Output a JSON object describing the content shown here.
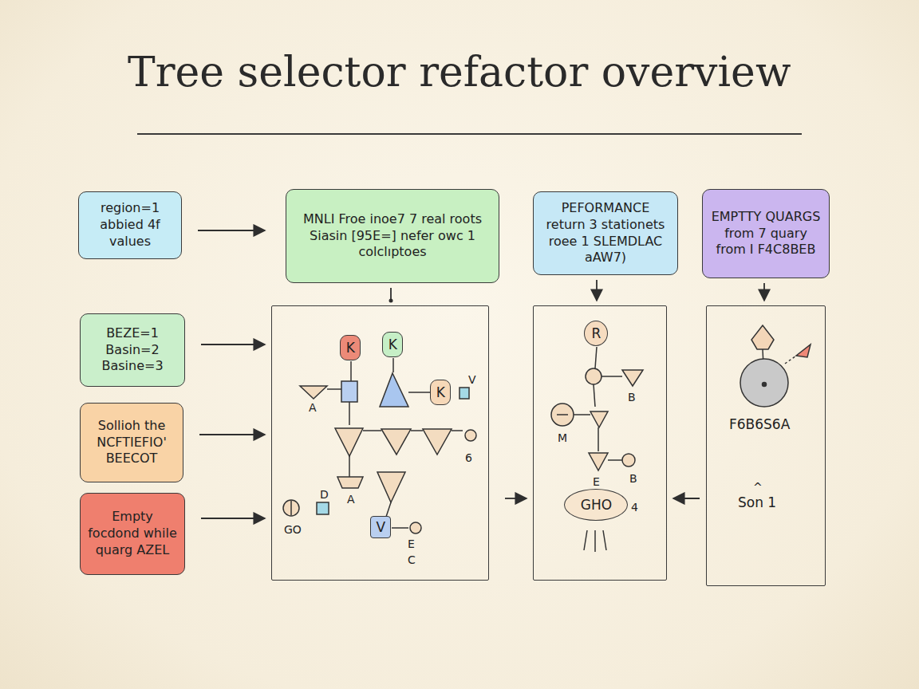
{
  "diagram": {
    "title": "Tree selector refactor overview",
    "nodes": [
      {
        "text": [
          "region=1 abbied 4f values"
        ]
      },
      {
        "text": [
          "MNLI Froe inoe7 7 real roots Siasin [95E=] nefer owc 1 colclıptoes"
        ]
      },
      {
        "text": [
          "PEFORMANCE return 3 stationets roee 1 SLEMDLAC aAW7)"
        ]
      },
      {
        "text": [
          "EMPTTY QUARGS from 7 quary from I F4C8BEB"
        ]
      },
      {
        "text": [
          "BEZE=1 Basin=2 Basine=3"
        ]
      },
      {
        "text": [
          "Sollioh the NCFTIEFIO' BEECOT"
        ]
      },
      {
        "text": [
          "Empty focdond while quarg AZEL"
        ]
      },
      {
        "text": [
          "A",
          "V",
          "D",
          "A",
          "GO",
          "6",
          "E",
          "C"
        ]
      },
      {
        "text": [
          "K"
        ],
        "in": 7
      },
      {
        "text": [
          "K"
        ],
        "in": 7
      },
      {
        "text": [
          "K"
        ],
        "in": 7
      },
      {
        "text": [
          "V"
        ],
        "in": 7
      },
      {
        "text": [
          "B",
          "M",
          "E",
          "B",
          "4"
        ]
      },
      {
        "text": [
          "R"
        ],
        "in": 12
      },
      {
        "text": [
          "GHO"
        ],
        "in": 12
      },
      {
        "text": [
          "F6B6S6A",
          "^",
          "Son 1"
        ]
      }
    ],
    "edges": [
      {
        "from": 0,
        "to": 7,
        "arrow": "to"
      },
      {
        "from": 4,
        "to": 7,
        "arrow": "to"
      },
      {
        "from": 5,
        "to": 7,
        "arrow": "to"
      },
      {
        "from": 6,
        "to": 7,
        "arrow": "to"
      },
      {
        "from": 1,
        "to": 7,
        "arrow": "none"
      },
      {
        "from": 2,
        "to": 12,
        "arrow": "to"
      },
      {
        "from": 3,
        "to": 15,
        "arrow": "to"
      },
      {
        "from": 7,
        "to": 12,
        "arrow": "to"
      },
      {
        "from": 15,
        "to": 12,
        "arrow": "to"
      }
    ]
  }
}
